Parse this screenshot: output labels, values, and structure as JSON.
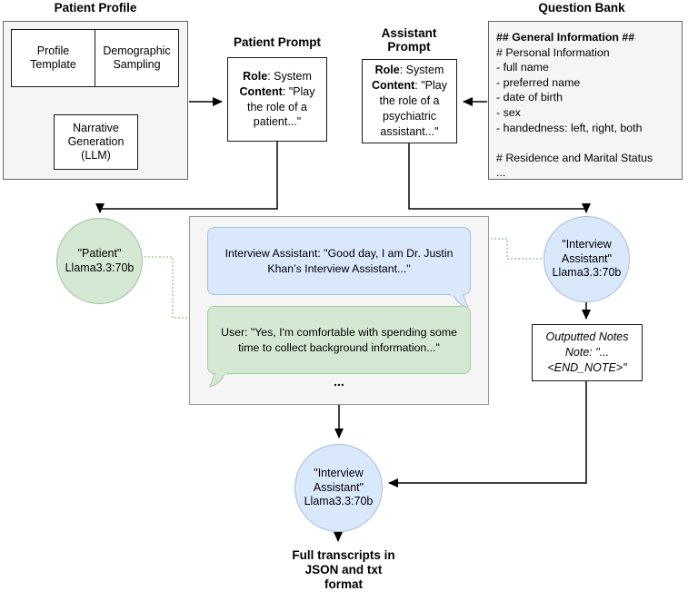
{
  "diagram": {
    "patient_profile": {
      "title": "Patient Profile",
      "profile_template": "Profile Template",
      "demographic_sampling": "Demographic Sampling",
      "narrative_generation": "Narrative Generation (LLM)"
    },
    "patient_prompt": {
      "title": "Patient Prompt",
      "role_label": "Role",
      "role_text": ": System",
      "content_label": "Content",
      "content_text": ": \"Play the role of a patient...\""
    },
    "assistant_prompt": {
      "title": "Assistant Prompt",
      "role_label": "Role",
      "role_text": ": System",
      "content_label": "Content",
      "content_text": ": \"Play the role of a psychiatric assistant...\""
    },
    "question_bank": {
      "title": "Question Bank",
      "lines": [
        "## General Information ##",
        "# Personal Information",
        "- full name",
        "- preferred name",
        "- date of birth",
        "- sex",
        "- handedness: left, right, both",
        "",
        "# Residence and Marital Status",
        "..."
      ]
    },
    "patient_agent": {
      "name": "\"Patient\"",
      "model": "Llama3.3:70b"
    },
    "interview_agent": {
      "name": "\"Interview Assistant\"",
      "model": "Llama3.3:70b"
    },
    "notes_agent": {
      "name": "\"Interview Assistant\"",
      "model": "Llama3.3:70b"
    },
    "chat": {
      "assistant_message": "Interview Assistant: \"Good day, I am Dr. Justin Khan’s Interview Assistant...\"",
      "user_message": "User: \"Yes, I'm comfortable with spending some time to collect background information...\"",
      "ellipsis": "..."
    },
    "notes_box": {
      "line1": "Outputted Notes",
      "line2": "Note: \"...",
      "line3": "<END_NOTE>\""
    },
    "output_label": "Full transcripts in JSON and txt format",
    "colors": {
      "green_fill": "#d5e8d4",
      "green_stroke": "#82b366",
      "blue_fill": "#dae8fc",
      "blue_stroke": "#6c8ebf",
      "container_fill": "#f5f5f5",
      "container_stroke": "#666666",
      "arrow": "#000000"
    }
  }
}
